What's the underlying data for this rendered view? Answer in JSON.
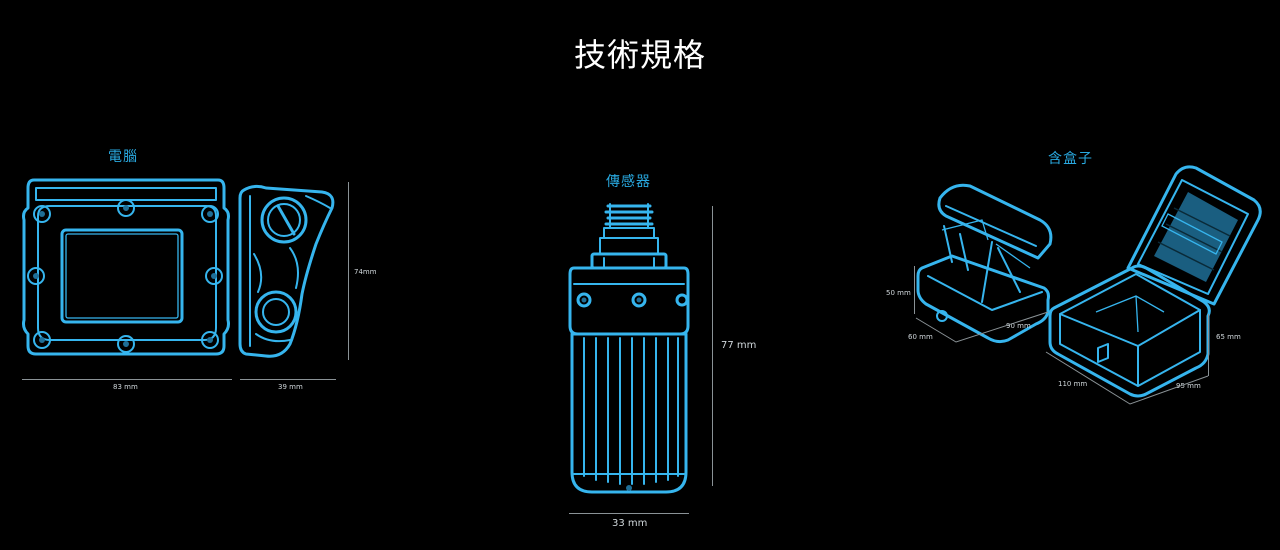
{
  "page": {
    "title": "技術規格"
  },
  "sections": {
    "computer": {
      "label": "電腦",
      "width": "83 mm",
      "depth": "39 mm",
      "height": "74mm"
    },
    "sensor": {
      "label": "傳感器",
      "height": "77 mm",
      "width": "33 mm"
    },
    "box": {
      "label": "含盒子",
      "small_height": "50 mm",
      "small_depth": "60 mm",
      "small_width": "90 mm",
      "large_height": "65 mm",
      "large_depth": "110 mm",
      "large_width": "95 mm"
    }
  },
  "colors": {
    "background": "#000000",
    "accent": "#36b5ee",
    "label": "#29a9e0",
    "dimension_text": "#cfd6da"
  }
}
